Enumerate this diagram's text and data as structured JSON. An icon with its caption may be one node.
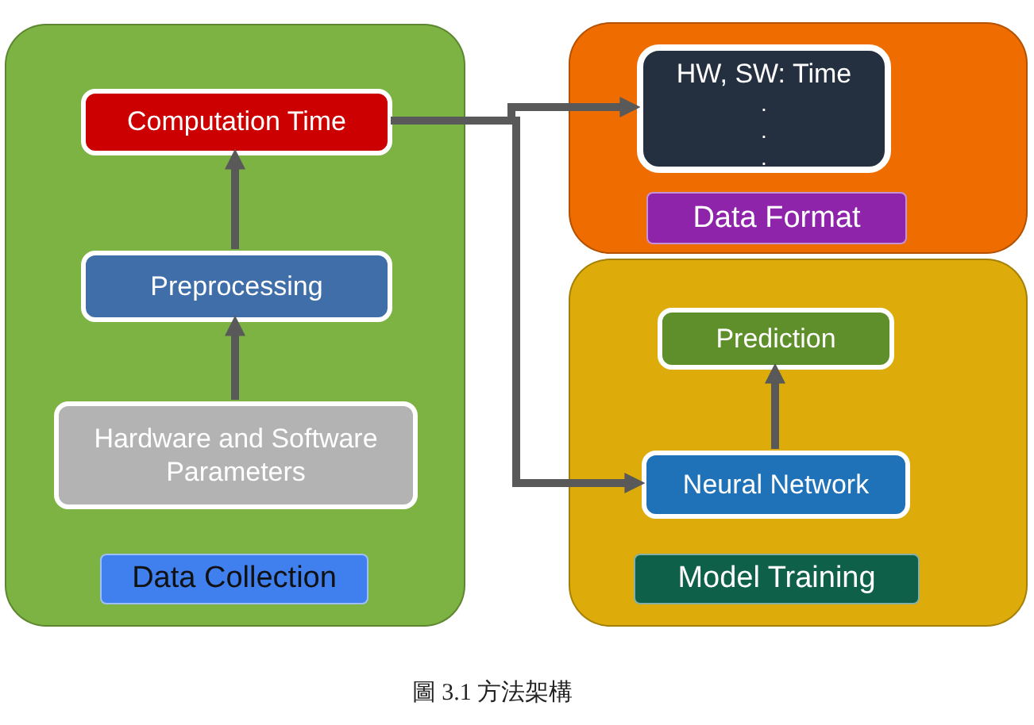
{
  "diagram": {
    "caption": "圖 3.1 方法架構",
    "nodes": [
      {
        "text": [
          "Data Collection"
        ]
      },
      {
        "text": [
          "Computation Time"
        ],
        "in": 0
      },
      {
        "text": [
          "Preprocessing"
        ],
        "in": 0
      },
      {
        "text": [
          "Hardware and Software Parameters"
        ],
        "in": 0
      },
      {
        "text": [
          "Data Format"
        ]
      },
      {
        "text": [
          "HW, SW: Time",
          ".",
          ".",
          "."
        ],
        "in": 4
      },
      {
        "text": [
          "Model Training"
        ]
      },
      {
        "text": [
          "Prediction"
        ],
        "in": 6
      },
      {
        "text": [
          "Neural Network"
        ],
        "in": 6
      }
    ],
    "edges": [
      {
        "from": 3,
        "to": 2,
        "arrow": "to"
      },
      {
        "from": 2,
        "to": 1,
        "arrow": "to"
      },
      {
        "from": 1,
        "to": 5,
        "arrow": "to"
      },
      {
        "from": 1,
        "to": 8,
        "arrow": "to"
      },
      {
        "from": 8,
        "to": 7,
        "arrow": "to"
      }
    ]
  }
}
